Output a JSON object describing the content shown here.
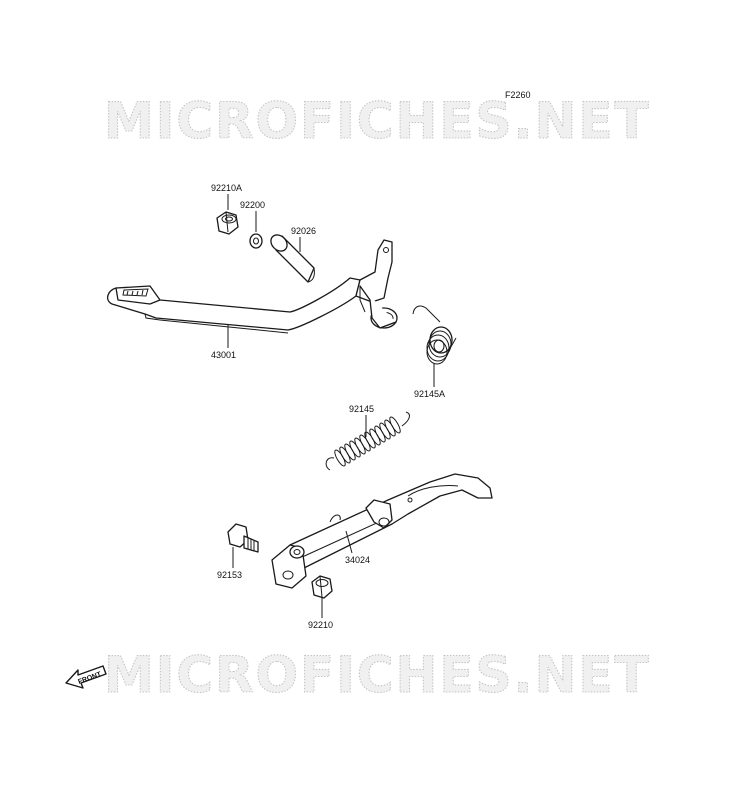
{
  "diagram": {
    "figure_code": "F2260",
    "watermark_text": "MICROFICHES.NET",
    "front_label": "FRONT",
    "parts": [
      {
        "id": "p-92210A",
        "label": "92210A"
      },
      {
        "id": "p-92200",
        "label": "92200"
      },
      {
        "id": "p-92026",
        "label": "92026"
      },
      {
        "id": "p-43001",
        "label": "43001"
      },
      {
        "id": "p-92145A",
        "label": "92145A"
      },
      {
        "id": "p-92145",
        "label": "92145"
      },
      {
        "id": "p-34024",
        "label": "34024"
      },
      {
        "id": "p-92153",
        "label": "92153"
      },
      {
        "id": "p-92210",
        "label": "92210"
      }
    ]
  }
}
